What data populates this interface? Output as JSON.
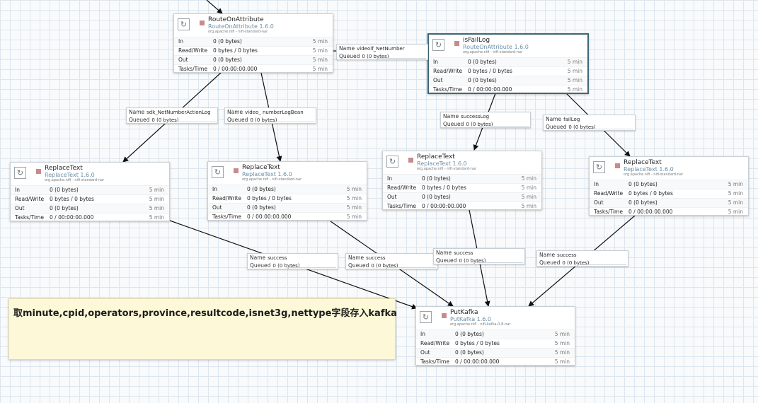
{
  "processors": [
    {
      "name": "RouteOnAttribute",
      "type": "RouteOnAttribute 1.6.0",
      "bundle": "org.apache.nifi - nifi-standard-nar",
      "stats": [
        {
          "label": "In",
          "value": "0 (0 bytes)",
          "window": "5 min"
        },
        {
          "label": "Read/Write",
          "value": "0 bytes / 0 bytes",
          "window": "5 min"
        },
        {
          "label": "Out",
          "value": "0 (0 bytes)",
          "window": "5 min"
        },
        {
          "label": "Tasks/Time",
          "value": "0 / 00:00:00.000",
          "window": "5 min"
        }
      ]
    },
    {
      "name": "isFailLog",
      "type": "RouteOnAttribute 1.6.0",
      "bundle": "org.apache.nifi - nifi-standard-nar",
      "stats": [
        {
          "label": "In",
          "value": "0 (0 bytes)",
          "window": "5 min"
        },
        {
          "label": "Read/Write",
          "value": "0 bytes / 0 bytes",
          "window": "5 min"
        },
        {
          "label": "Out",
          "value": "0 (0 bytes)",
          "window": "5 min"
        },
        {
          "label": "Tasks/Time",
          "value": "0 / 00:00:00.000",
          "window": "5 min"
        }
      ]
    },
    {
      "name": "ReplaceText",
      "type": "ReplaceText 1.6.0",
      "bundle": "org.apache.nifi - nifi-standard-nar",
      "stats": [
        {
          "label": "In",
          "value": "0 (0 bytes)",
          "window": "5 min"
        },
        {
          "label": "Read/Write",
          "value": "0 bytes / 0 bytes",
          "window": "5 min"
        },
        {
          "label": "Out",
          "value": "0 (0 bytes)",
          "window": "5 min"
        },
        {
          "label": "Tasks/Time",
          "value": "0 / 00:00:00.000",
          "window": "5 min"
        }
      ]
    },
    {
      "name": "ReplaceText",
      "type": "ReplaceText 1.6.0",
      "bundle": "org.apache.nifi - nifi-standard-nar",
      "stats": [
        {
          "label": "In",
          "value": "0 (0 bytes)",
          "window": "5 min"
        },
        {
          "label": "Read/Write",
          "value": "0 bytes / 0 bytes",
          "window": "5 min"
        },
        {
          "label": "Out",
          "value": "0 (0 bytes)",
          "window": "5 min"
        },
        {
          "label": "Tasks/Time",
          "value": "0 / 00:00:00.000",
          "window": "5 min"
        }
      ]
    },
    {
      "name": "ReplaceText",
      "type": "ReplaceText 1.6.0",
      "bundle": "org.apache.nifi - nifi-standard-nar",
      "stats": [
        {
          "label": "In",
          "value": "0 (0 bytes)",
          "window": "5 min"
        },
        {
          "label": "Read/Write",
          "value": "0 bytes / 0 bytes",
          "window": "5 min"
        },
        {
          "label": "Out",
          "value": "0 (0 bytes)",
          "window": "5 min"
        },
        {
          "label": "Tasks/Time",
          "value": "0 / 00:00:00.000",
          "window": "5 min"
        }
      ]
    },
    {
      "name": "ReplaceText",
      "type": "ReplaceText 1.6.0",
      "bundle": "org.apache.nifi - nifi-standard-nar",
      "stats": [
        {
          "label": "In",
          "value": "0 (0 bytes)",
          "window": "5 min"
        },
        {
          "label": "Read/Write",
          "value": "0 bytes / 0 bytes",
          "window": "5 min"
        },
        {
          "label": "Out",
          "value": "0 (0 bytes)",
          "window": "5 min"
        },
        {
          "label": "Tasks/Time",
          "value": "0 / 00:00:00.000",
          "window": "5 min"
        }
      ]
    },
    {
      "name": "PutKafka",
      "type": "PutKafka 1.6.0",
      "bundle": "org.apache.nifi - nifi-kafka-0-8-nar",
      "stats": [
        {
          "label": "In",
          "value": "0 (0 bytes)",
          "window": "5 min"
        },
        {
          "label": "Read/Write",
          "value": "0 bytes / 0 bytes",
          "window": "5 min"
        },
        {
          "label": "Out",
          "value": "0 (0 bytes)",
          "window": "5 min"
        },
        {
          "label": "Tasks/Time",
          "value": "0 / 00:00:00.000",
          "window": "5 min"
        }
      ]
    }
  ],
  "connections": [
    {
      "name_label": "Name",
      "name": "videoif_NetNumber",
      "queued_label": "Queued",
      "queued": "0 (0 bytes)"
    },
    {
      "name_label": "Name",
      "name": "sdk_NetNumberActionLog",
      "queued_label": "Queued",
      "queued": "0 (0 bytes)"
    },
    {
      "name_label": "Name",
      "name": "video_ numberLogBean",
      "queued_label": "Queued",
      "queued": "0 (0 bytes)"
    },
    {
      "name_label": "Name",
      "name": "successLog",
      "queued_label": "Queued",
      "queued": "0 (0 bytes)"
    },
    {
      "name_label": "Name",
      "name": "failLog",
      "queued_label": "Queued",
      "queued": "0 (0 bytes)"
    },
    {
      "name_label": "Name",
      "name": "success",
      "queued_label": "Queued",
      "queued": "0 (0 bytes)"
    },
    {
      "name_label": "Name",
      "name": "success",
      "queued_label": "Queued",
      "queued": "0 (0 bytes)"
    },
    {
      "name_label": "Name",
      "name": "success",
      "queued_label": "Queued",
      "queued": "0 (0 bytes)"
    },
    {
      "name_label": "Name",
      "name": "success",
      "queued_label": "Queued",
      "queued": "0 (0 bytes)"
    }
  ],
  "note": {
    "text": "取minute,cpid,operators,province,resultcode,isnet3g,nettype字段存入kafka"
  },
  "colors": {
    "canvas": "#f8fafc",
    "grid": "#dde6ee",
    "selected_border": "#3d6677",
    "status_stopped": "#c78b8b",
    "type_text": "#6b8fa8",
    "note_bg": "#fdf8d8"
  },
  "icons": {
    "processor": "refresh-cycle-icon",
    "status": "stopped-square-icon"
  }
}
